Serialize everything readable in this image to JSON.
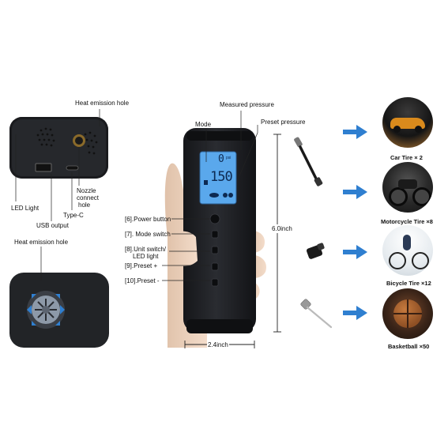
{
  "callouts": {
    "heat_top": "Heat emission hole",
    "led_light": "LED Light",
    "usb_output": "USB output",
    "type_c": "Type-C",
    "nozzle_l1": "Nozzle",
    "nozzle_l2": "connect",
    "nozzle_l3": "hole",
    "heat_bottom": "Heat emission hole",
    "measured": "Measured pressure",
    "mode": "Mode",
    "preset_pressure": "Preset pressure",
    "power_button": "[6].Power button",
    "mode_switch": "[7]. Mode switch",
    "unit_switch_l1": "[8].Unit switch/",
    "unit_switch_l2": "LED light",
    "preset_plus": "[9].Preset +",
    "preset_minus": "[10].Preset -",
    "height": "6.0inch",
    "width": "2.4inch"
  },
  "lcd": {
    "top_value": "0",
    "top_unit": "psi",
    "main_value": "150"
  },
  "applications": [
    {
      "label": "Car Tire × 2"
    },
    {
      "label": "Motorcycle Tire ×8"
    },
    {
      "label": "Bicycle Tire ×12"
    },
    {
      "label": "Basketball ×50"
    }
  ],
  "colors": {
    "arrow": "#2f7fd0",
    "lcd": "#5aa8ec",
    "device": "#1b1d21"
  }
}
